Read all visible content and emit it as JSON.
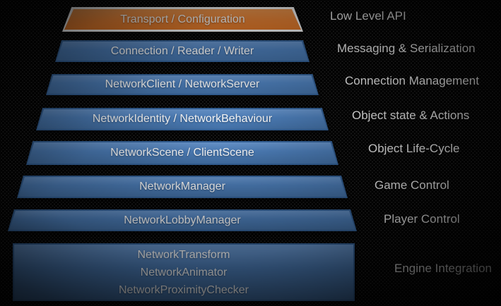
{
  "diagram": {
    "type": "layered-architecture-pyramid",
    "colors": {
      "accent_orange": "#EF8636",
      "accent_blue": "#4E80BC",
      "blue_border": "#35639A",
      "top_layer_border": "#FFFFFF",
      "background": "#1A1A1A",
      "text": "#FFFFFF"
    },
    "layers": [
      {
        "label": "Transport / Configuration",
        "caption": "Low Level API",
        "style": "orange"
      },
      {
        "label": "Connection / Reader / Writer",
        "caption": "Messaging & Serialization",
        "style": "blue"
      },
      {
        "label": "NetworkClient / NetworkServer",
        "caption": "Connection Management",
        "style": "blue"
      },
      {
        "label": "NetworkIdentity / NetworkBehaviour",
        "caption": "Object state & Actions",
        "style": "blue"
      },
      {
        "label": "NetworkScene / ClientScene",
        "caption": "Object Life-Cycle",
        "style": "blue"
      },
      {
        "label": "NetworkManager",
        "caption": "Game Control",
        "style": "blue"
      },
      {
        "label": "NetworkLobbyManager",
        "caption": "Player Control",
        "style": "blue"
      },
      {
        "lines": [
          "NetworkTransform",
          "NetworkAnimator",
          "NetworkProximityChecker"
        ],
        "caption": "Engine Integration",
        "style": "blue"
      }
    ]
  }
}
